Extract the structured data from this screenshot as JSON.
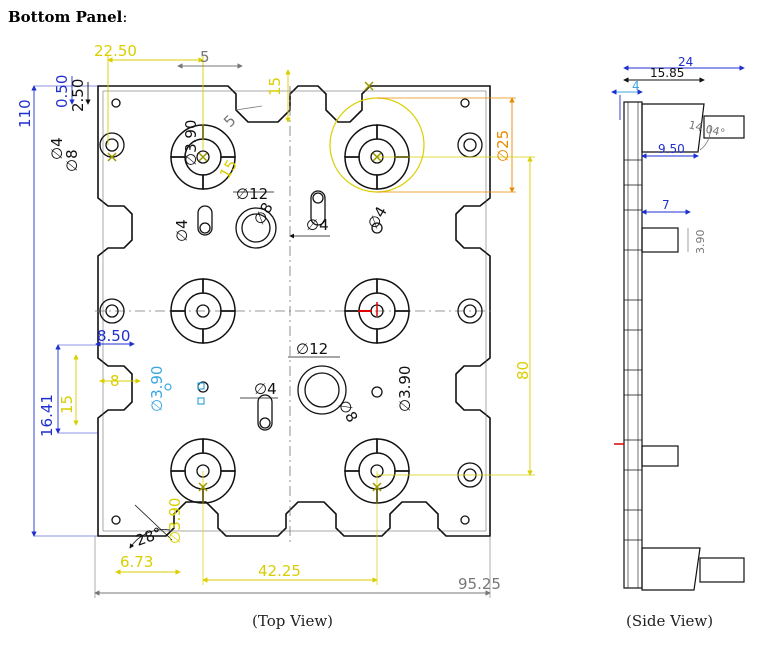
{
  "heading": {
    "title": "Bottom Panel",
    "colon": ":"
  },
  "captions": {
    "top_view": "(Top View)",
    "side_view": "(Side View)"
  },
  "colors": {
    "yellow": "#d9cf00",
    "blue": "#1f2fd0",
    "black": "#111111",
    "grey": "#777777",
    "orange": "#e88a00",
    "cyan": "#39a6e0",
    "red": "#e00000"
  },
  "top_view_dims": {
    "d22_50": "22.50",
    "d5": "5",
    "d15_top": "15",
    "d0_50": "0.50",
    "d2_50": "2.50",
    "d110": "110",
    "d4_left": "∅4",
    "d8_left": "∅8",
    "d3_90_a": "∅3.90",
    "d5_b": "5",
    "d15_c": "15",
    "d25": "∅25",
    "d12_a": "∅12",
    "d8_a": "∅8",
    "d4_a": "∅4",
    "d4_b": "∅4",
    "d4_c": "∅4",
    "d8_50": "8.50",
    "d8": "8",
    "d16_41": "16.41",
    "d15_d": "15",
    "d3_90_b": "∅3.90",
    "d12_b": "∅12",
    "d4_d": "∅4",
    "d8_b": "∅8",
    "d3_90_c": "∅3.90",
    "d80": "80",
    "d28deg": "28°",
    "d3_90_d": "∅3.90",
    "d6_73": "6.73",
    "d42_25": "42.25",
    "d95_25": "95.25"
  },
  "side_view_dims": {
    "d24": "24",
    "d15_85": "15.85",
    "d4": "4",
    "d14_04": "14.04°",
    "d9_50": "9.50",
    "d7": "7",
    "d3_90": "3.90"
  }
}
